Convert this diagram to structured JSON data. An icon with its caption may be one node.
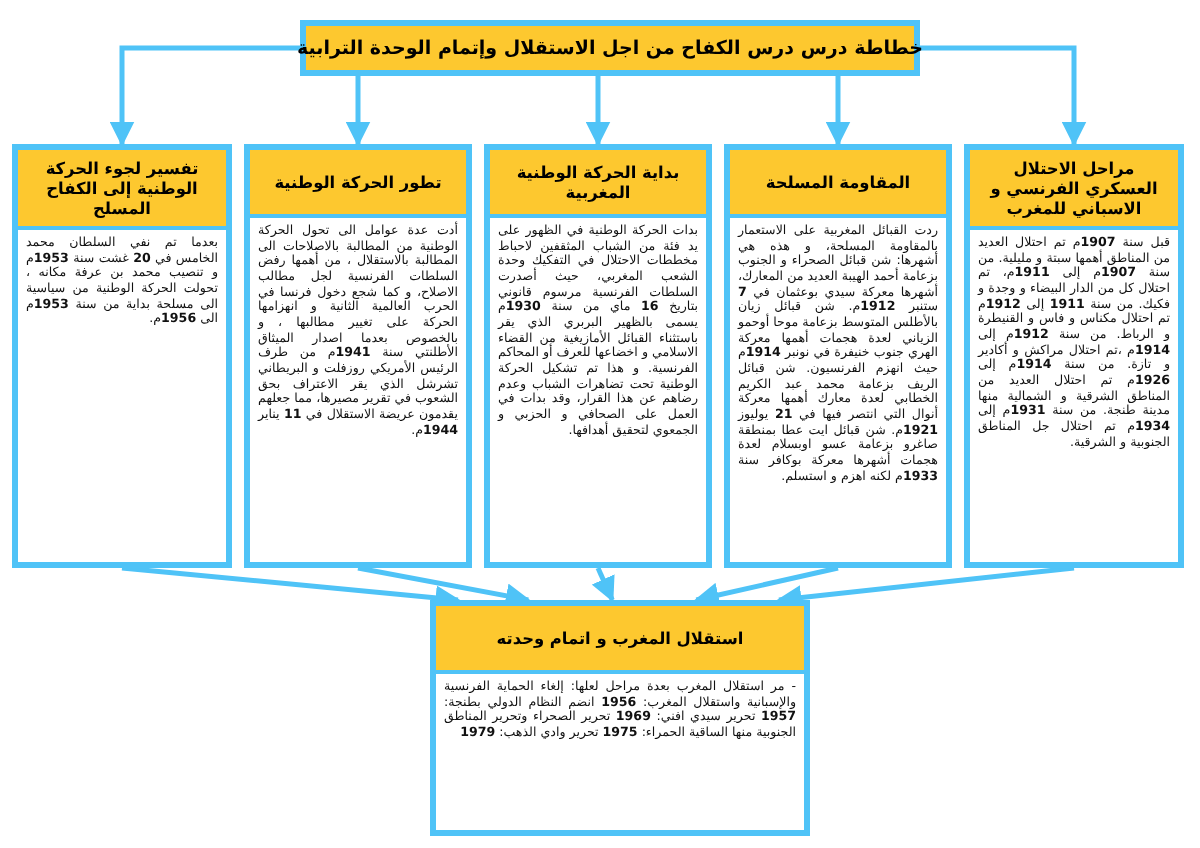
{
  "diagram": {
    "nodes": [
      {
        "text": [
          "خطاطة درس درس الكفاح من اجل الاستقلال وإتمام الوحدة الترابية"
        ]
      },
      {
        "text": [
          "مراحل الاحتلال العسكري الفرنسي و الاسباني للمغرب",
          "قبل سنة **1907**م تم احتلال العديد من المناطق أهمها سبتة و مليلية. من سنة **1907**م إلى **1911**م، تم احتلال كل من الدار البيضاء و وجدة و فكيك. من سنة **1911** إلى **1912**م تم احتلال مكناس و فاس و القنيطرة و الرباط. من سنة **1912**م إلى **1914**م ،تم احتلال مراكش و أكادير و تازة. من سنة **1914**م إلى **1926**م تم احتلال العديد من المناطق الشرقية و الشمالية منها مدينة طنجة. من سنة **1931**م إلى **1934**م تم احتلال جل المناطق الجنوبية و الشرقية."
        ]
      },
      {
        "text": [
          "المقاومة المسلحة",
          "ردت القبائل المغربية على الاستعمار بالمقاومة المسلحة، و هذه هي أشهرها: شن قبائل الصحراء و الجنوب بزعامة أحمد الهيبة العديد من المعارك، أشهرها معركة سيدي بوعثمان في **7** ستنبر **1912**م. شن قبائل زيان بالأطلس المتوسط بزعامة موحا أوحمو الزياني لعدة هجمات أهمها معركة الهري جنوب خنيفرة في نونبر **1914**م حيث انهزم الفرنسيون. شن قبائل الريف بزعامة محمد عبد الكريم الخطابي لعدة معارك أهمها معركة أنوال التي انتصر فيها في **21** يوليوز **1921**م. شن قبائل ايت عطا بمنطقة صاغرو بزعامة عسو اوبسلام لعدة هجمات أشهرها معركة بوكافر سنة **1933**م لكنه اهزم و استسلم."
        ]
      },
      {
        "text": [
          "بداية الحركة الوطنية المغربية",
          "بدات الحركة الوطنية في الظهور على يد فئة من الشباب المثقفين لاحباط مخططات الاحتلال في التفكيك وحدة الشعب المغربي، حيث أصدرت السلطات الفرنسية مرسوم قانوني بتاريخ **16** ماي من سنة **1930**م يسمى بالظهير البربري الذي يقر باستثناء القبائل الأمازيغية من القضاء الاسلامي و اخضاعها للعرف أو المحاكم الفرنسية. و هذا تم تشكيل الحركة الوطنية تحت تضاهرات الشباب وعدم رضاهم عن هذا القرار، وقد بدات في العمل على الصحافي و الحزبي و الجمعوي لتحقيق أهدافها."
        ]
      },
      {
        "text": [
          "تطور الحركة الوطنية",
          "أدت عدة عوامل الى تحول الحركة الوطنية من المطالبة بالاصلاحات الى المطالبة بالاستقلال ، من أهمها رفض السلطات الفرنسية لجل مطالب الاصلاح، و كما شجع دخول فرنسا في الحرب العالمية الثانية و انهزامها الحركة على تغيير مطالبها ، و بالخصوص بعدما اصدار الميثاق الأطلنتي سنة **1941**م من طرف الرئيس الأمريكي روزفلت و البريطاني تشرشل الذي يقر الاعتراف بحق الشعوب في تقرير مصيرها، مما جعلهم يقدمون عريضة الاستقلال في **11** يناير **1944**م."
        ]
      },
      {
        "text": [
          "تفسير لجوء الحركة الوطنية إلى الكفاح المسلح",
          "بعدما تم نفي السلطان محمد الخامس في **20** غشت سنة **1953**م و تنصيب محمد بن عرفة مكانه ، تحولت الحركة الوطنية من سياسية الى مسلحة بداية من سنة **1953**م الى **1956**م."
        ]
      },
      {
        "text": [
          "استقلال المغرب و اتمام وحدته",
          "- مر استقلال المغرب بعدة مراحل لعلها: إلغاء الحماية الفرنسية والإسبانية واستقلال المغرب: **1956** انضم النظام الدولي بطنجة: **1957** تحرير سيدي افني: **1969** تحرير الصحراء وتحرير المناطق الجنوبية منها الساقية الحمراء: **1975** تحرير وادي الذهب: **1979**"
        ]
      }
    ],
    "edges": [
      {
        "from": 0,
        "to": 1,
        "arrow": "to"
      },
      {
        "from": 0,
        "to": 2,
        "arrow": "to"
      },
      {
        "from": 0,
        "to": 3,
        "arrow": "to"
      },
      {
        "from": 0,
        "to": 4,
        "arrow": "to"
      },
      {
        "from": 0,
        "to": 5,
        "arrow": "to"
      },
      {
        "from": 1,
        "to": 6,
        "arrow": "to"
      },
      {
        "from": 2,
        "to": 6,
        "arrow": "to"
      },
      {
        "from": 3,
        "to": 6,
        "arrow": "to"
      },
      {
        "from": 4,
        "to": 6,
        "arrow": "to"
      },
      {
        "from": 5,
        "to": 6,
        "arrow": "to"
      }
    ]
  }
}
